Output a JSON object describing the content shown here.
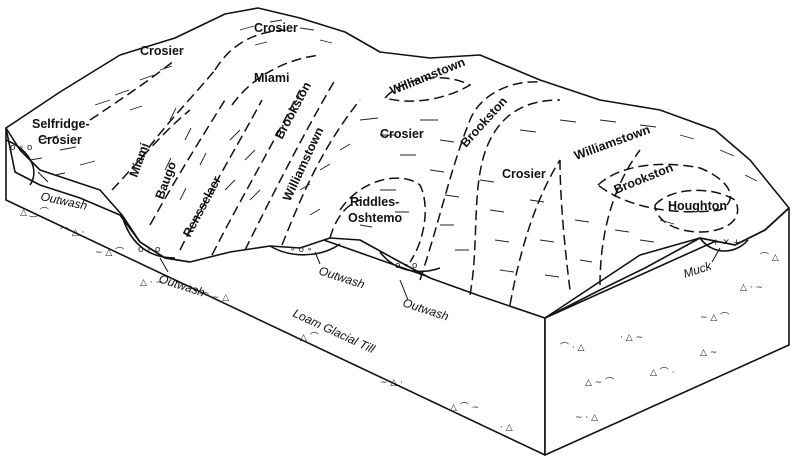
{
  "soil_units": {
    "crosier_top": "Crosier",
    "crosier_left": "Crosier",
    "miami_upper": "Miami",
    "selfridge_line1": "Selfridge-",
    "selfridge_line2": "Crosier",
    "miami_lower": "Miami",
    "baugo": "Baugo",
    "rensselaer": "Rensselaer",
    "brookston_left": "Brookston",
    "williamstown_left": "Williamstown",
    "williamstown_top": "Williamstown",
    "crosier_center": "Crosier",
    "brookston_center": "Brookston",
    "riddles_line1": "Riddles-",
    "riddles_line2": "Oshtemo",
    "crosier_right": "Crosier",
    "williamstown_right": "Williamstown",
    "brookston_right": "Brookston",
    "houghton": "Houghton"
  },
  "substrate_labels": {
    "outwash_left": "Outwash",
    "outwash_lower_left": "Outwash",
    "outwash_center": "Outwash",
    "outwash_center_right": "Outwash",
    "loam_glacial_till": "Loam Glacial Till",
    "muck": "Muck"
  }
}
